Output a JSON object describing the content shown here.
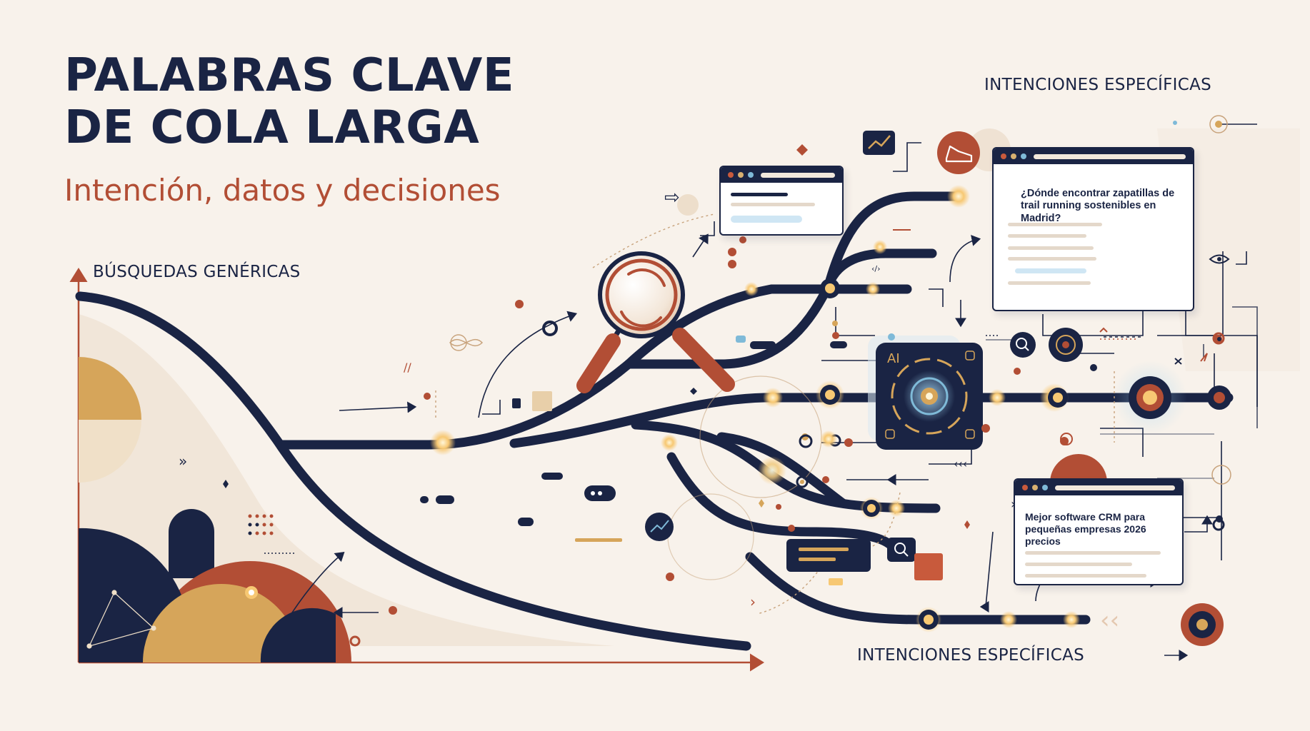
{
  "title": {
    "line1": "PALABRAS CLAVE",
    "line2": "DE COLA LARGA"
  },
  "subtitle": "Intención, datos y decisiones",
  "labels": {
    "top_right": "INTENCIONES ESPECÍFICAS",
    "axis_y": "BÚSQUEDAS GENÉRICAS",
    "axis_x": "INTENCIONES ESPECÍFICAS"
  },
  "ai_chip": {
    "text": "AI"
  },
  "cards": {
    "query_1": "¿Dónde encontrar zapatillas de trail running sostenibles en Madrid?",
    "query_2": "Mejor software CRM para pequeñas empresas 2026 precios"
  },
  "icons": [
    "magnifier-icon",
    "ai-chip-icon",
    "shoe-icon",
    "chart-trend-icon",
    "image-icon",
    "eye-icon",
    "target-icon",
    "search-icon",
    "arrow-right-icon"
  ],
  "colors": {
    "background": "#f8f2eb",
    "navy": "#1a2444",
    "terracotta": "#b24e35",
    "gold": "#d6a55a",
    "glow": "#f7c873",
    "sky": "#7fbad8"
  }
}
